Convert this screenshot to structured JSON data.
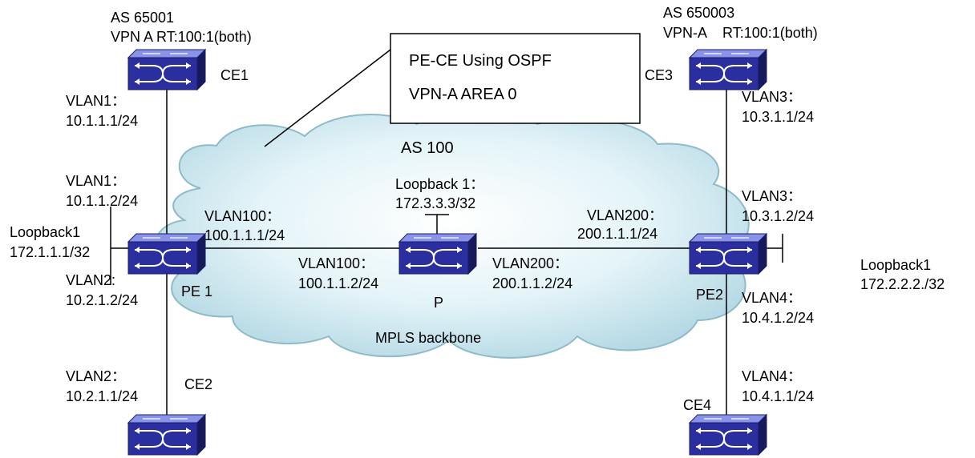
{
  "callout": {
    "line1": "PE-CE Using OSPF",
    "line2": "VPN-A AREA 0"
  },
  "cloud": {
    "as_label": "AS 100",
    "backbone_label": "MPLS backbone"
  },
  "devices": {
    "ce1": {
      "name": "CE1",
      "as_line": "AS 65001",
      "vpn_line": "VPN A RT:100:1(both)",
      "vlan_name": "VLAN1：",
      "vlan_ip": "10.1.1.1/24"
    },
    "ce2": {
      "name": "CE2",
      "vlan_name": "VLAN2：",
      "vlan_ip": "10.2.1.1/24"
    },
    "ce3": {
      "name": "CE3",
      "as_line": "AS 650003",
      "vpn_line": "VPN-A    RT:100:1(both)",
      "vlan_name": "VLAN3：",
      "vlan_ip": "10.3.1.1/24"
    },
    "ce4": {
      "name": "CE4",
      "vlan_name": "VLAN4：",
      "vlan_ip": "10.4.1.1/24"
    },
    "pe1": {
      "name": "PE 1",
      "up_vlan_name": "VLAN1：",
      "up_vlan_ip": "10.1.1.2/24",
      "loopback_name": "Loopback1",
      "loopback_ip": "172.1.1.1/32",
      "down_vlan_name": "VLAN2:",
      "down_vlan_ip": "10.2.1.2/24",
      "core_vlan_name": "VLAN100：",
      "core_vlan_ip": "100.1.1.1/24"
    },
    "p": {
      "name": "P",
      "loopback_name": "Loopback 1：",
      "loopback_ip": "172.3.3.3/32",
      "left_vlan_name": "VLAN100：",
      "left_vlan_ip": "100.1.1.2/24",
      "right_vlan_name": "VLAN200：",
      "right_vlan_ip": "200.1.1.2/24"
    },
    "pe2": {
      "name": "PE2",
      "core_vlan_name": "VLAN200：",
      "core_vlan_ip": "200.1.1.1/24",
      "up_vlan_name": "VLAN3：",
      "up_vlan_ip": "10.3.1.2/24",
      "loopback_name": "Loopback1",
      "loopback_ip": "172.2.2.2./32",
      "down_vlan_name": "VLAN4：",
      "down_vlan_ip": "10.4.1.2/24"
    }
  },
  "colors": {
    "switch_top": "#7a84e0",
    "switch_front": "#2b2fa0",
    "switch_side": "#1c1f6e",
    "cloud_fill": "#d6eef4",
    "cloud_edge": "#8fbac8",
    "line": "#000000"
  }
}
